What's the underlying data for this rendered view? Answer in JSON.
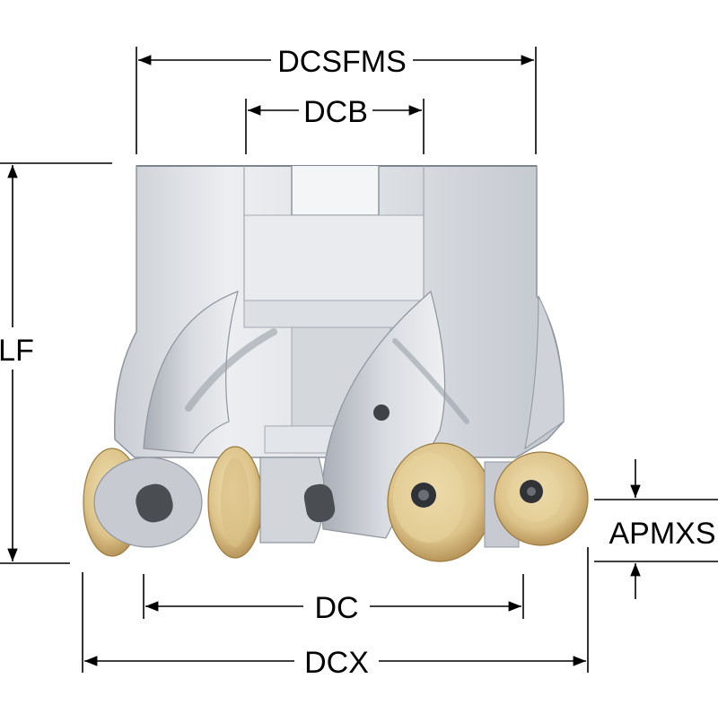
{
  "dimensions": {
    "dcsfms": "DCSFMS",
    "dcb": "DCB",
    "lf": "LF",
    "apmxs": "APMXS",
    "dc": "DC",
    "dcx": "DCX"
  },
  "colors": {
    "body_light": "#e6e8ec",
    "body_mid": "#c8ccd3",
    "body_dark": "#9ea4ad",
    "insert_gold": "#e0c890",
    "insert_gold_dark": "#b89554",
    "screw": "#4a4d52",
    "dimension_line": "#000000"
  }
}
